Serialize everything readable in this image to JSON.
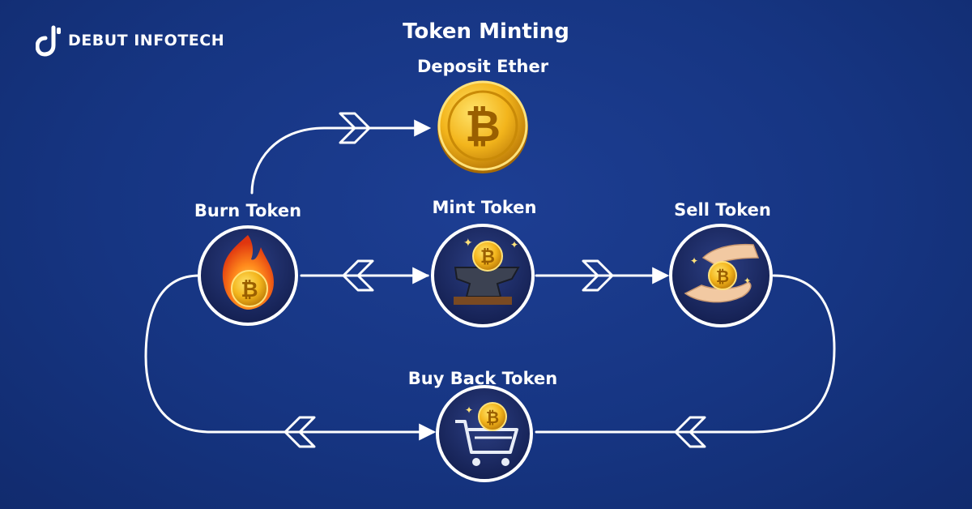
{
  "brand": {
    "name": "DEBUT INFOTECH"
  },
  "title": "Token Minting",
  "nodes": {
    "deposit": {
      "label": "Deposit Ether",
      "icon": "bitcoin-coin-icon"
    },
    "burn": {
      "label": "Burn Token",
      "icon": "burning-coin-icon"
    },
    "mint": {
      "label": "Mint Token",
      "icon": "anvil-coin-icon"
    },
    "sell": {
      "label": "Sell Token",
      "icon": "hand-coin-icon"
    },
    "buyback": {
      "label": "Buy Back Token",
      "icon": "shopping-cart-icon"
    }
  },
  "colors": {
    "background": "#163582",
    "arrow": "#ffffff",
    "coin": "#f3b51c",
    "coin_dark": "#c98a07",
    "circle": "#1a2b63"
  }
}
